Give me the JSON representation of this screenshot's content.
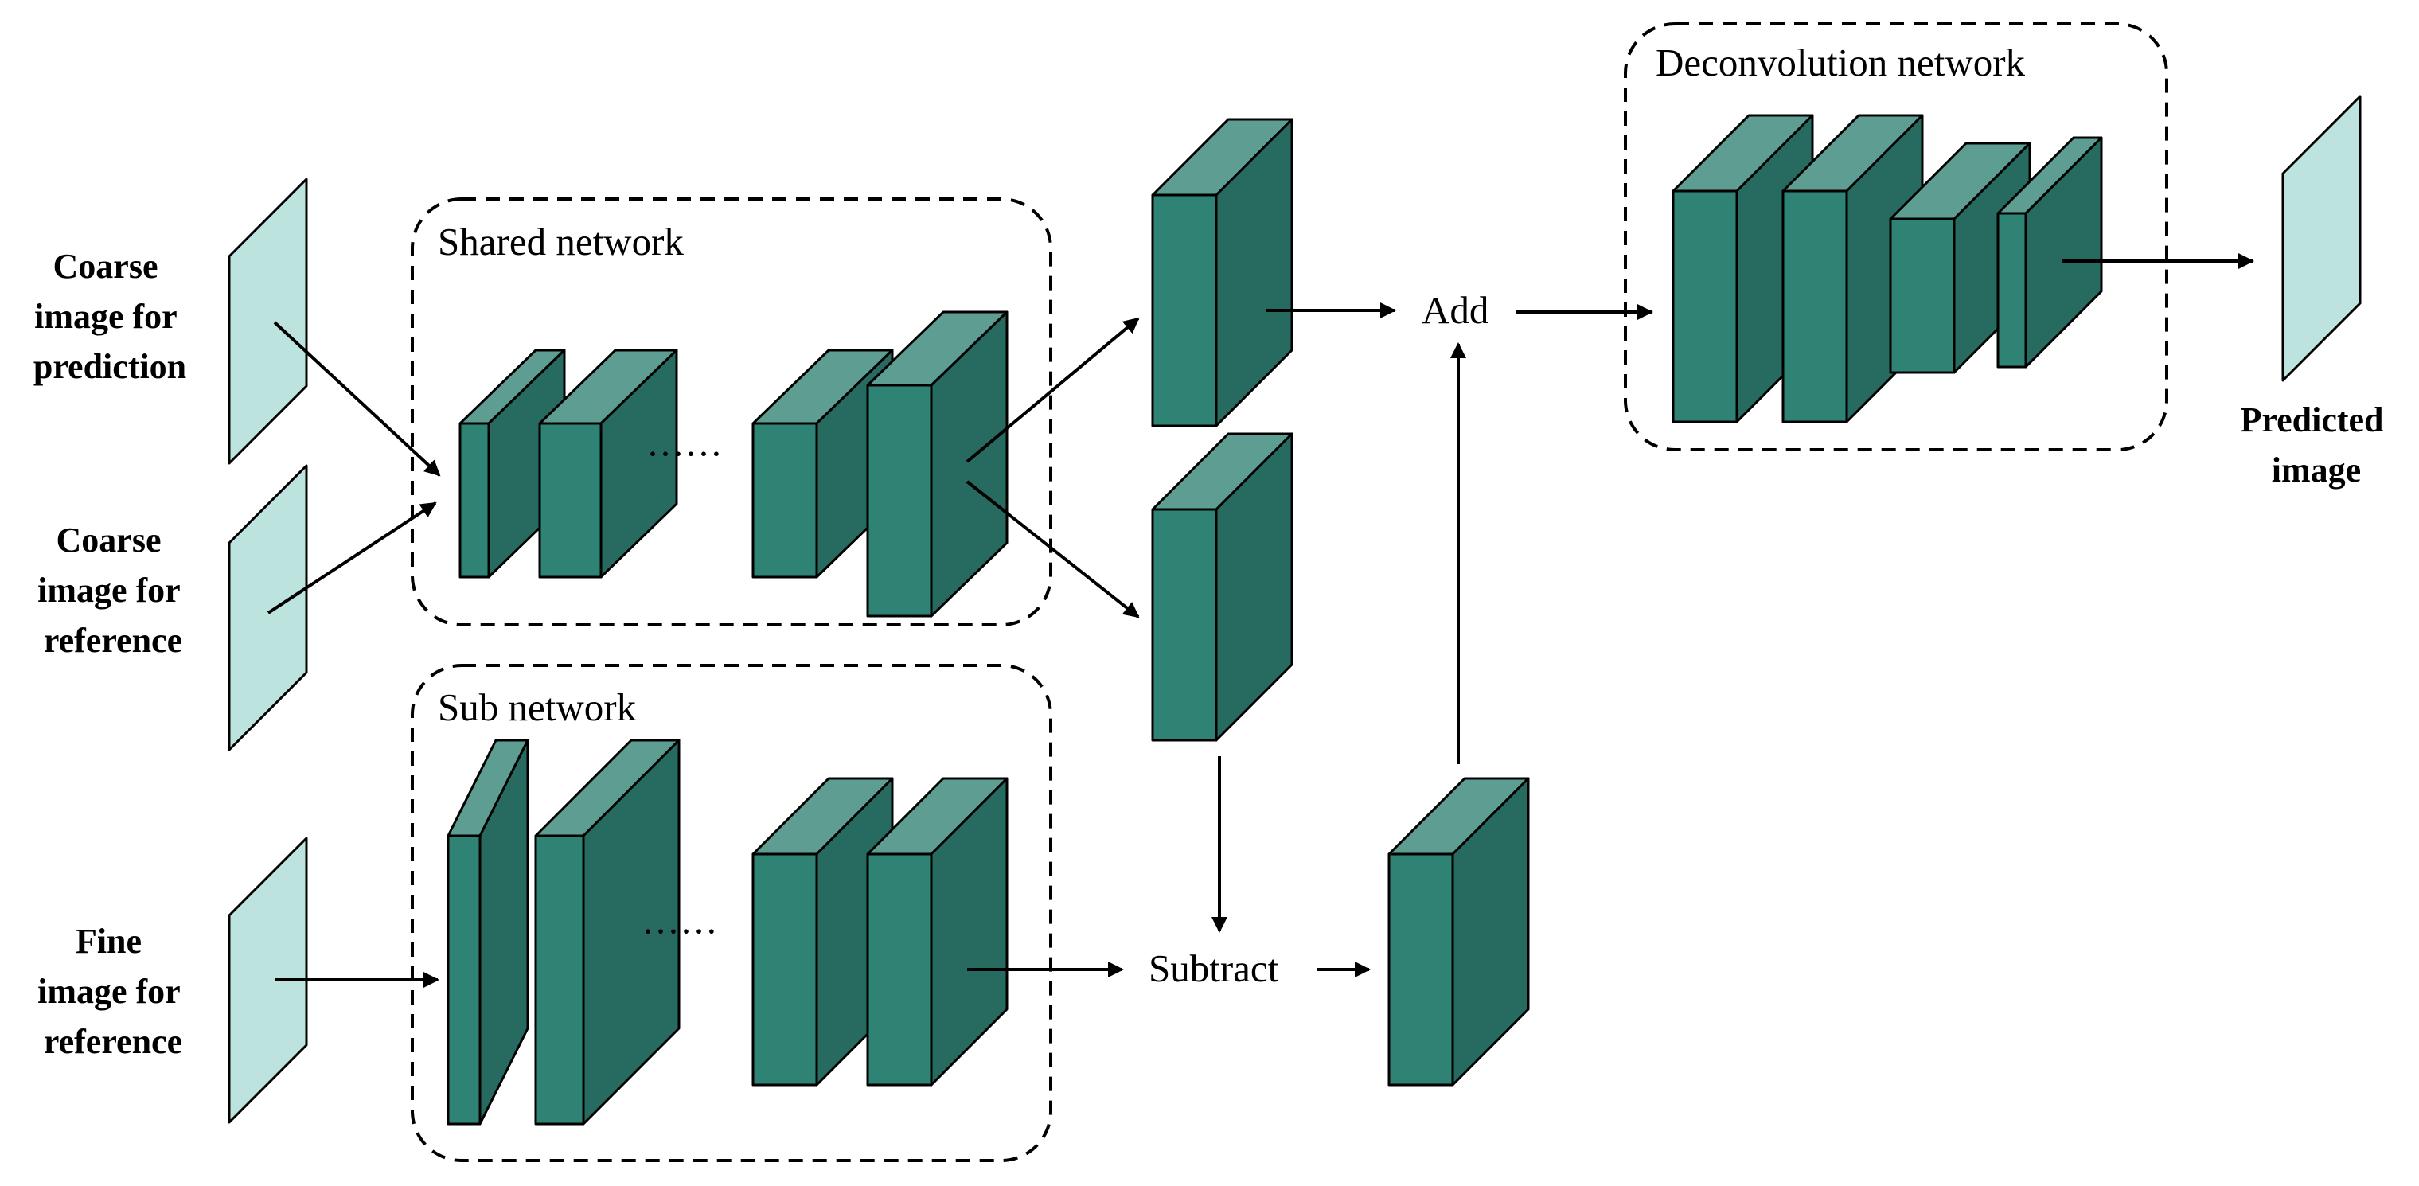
{
  "inputs": {
    "coarse_prediction": [
      "Coarse",
      "image for",
      "prediction"
    ],
    "coarse_reference": [
      "Coarse",
      "image for",
      "reference"
    ],
    "fine_reference": [
      "Fine",
      "image for",
      "reference"
    ]
  },
  "output": {
    "predicted": [
      "Predicted",
      "image"
    ]
  },
  "groups": {
    "shared": "Shared network",
    "sub": "Sub network",
    "deconv": "Deconvolution network"
  },
  "ops": {
    "add": "Add",
    "subtract": "Subtract"
  },
  "ellipsis": "······",
  "colors": {
    "front": "#2F8374",
    "top": "#5E9E92",
    "side": "#276B60",
    "plane": "#BDE3DF"
  }
}
